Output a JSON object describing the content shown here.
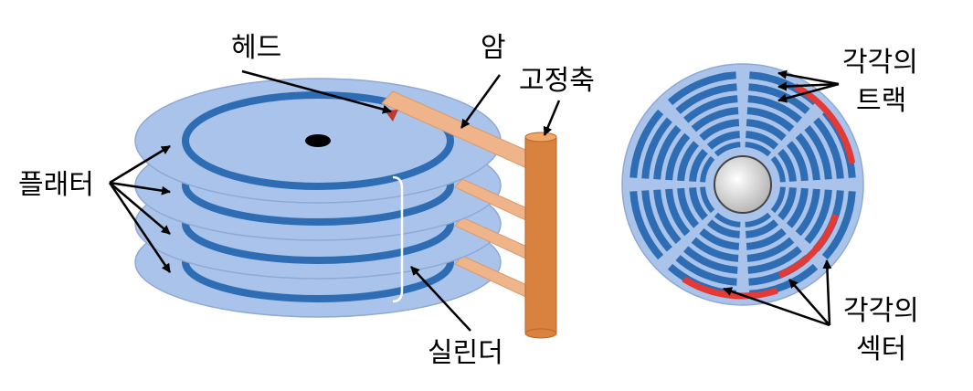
{
  "labels": {
    "head": "헤드",
    "arm": "암",
    "spindle": "고정축",
    "platter": "플래터",
    "cylinder": "실린더",
    "track_line1": "각각의",
    "track_line2": "트랙",
    "sector_line1": "각각의",
    "sector_line2": "섹터"
  },
  "colors": {
    "platter_fill": "#a9c3ea",
    "platter_edge": "#8fa9d4",
    "track": "#2e6db3",
    "arm": "#f0b48a",
    "spindle": "#d9813e",
    "head_marker": "#c0392b",
    "sector_highlight": "#e53935",
    "hub": "#d9d9d9"
  }
}
